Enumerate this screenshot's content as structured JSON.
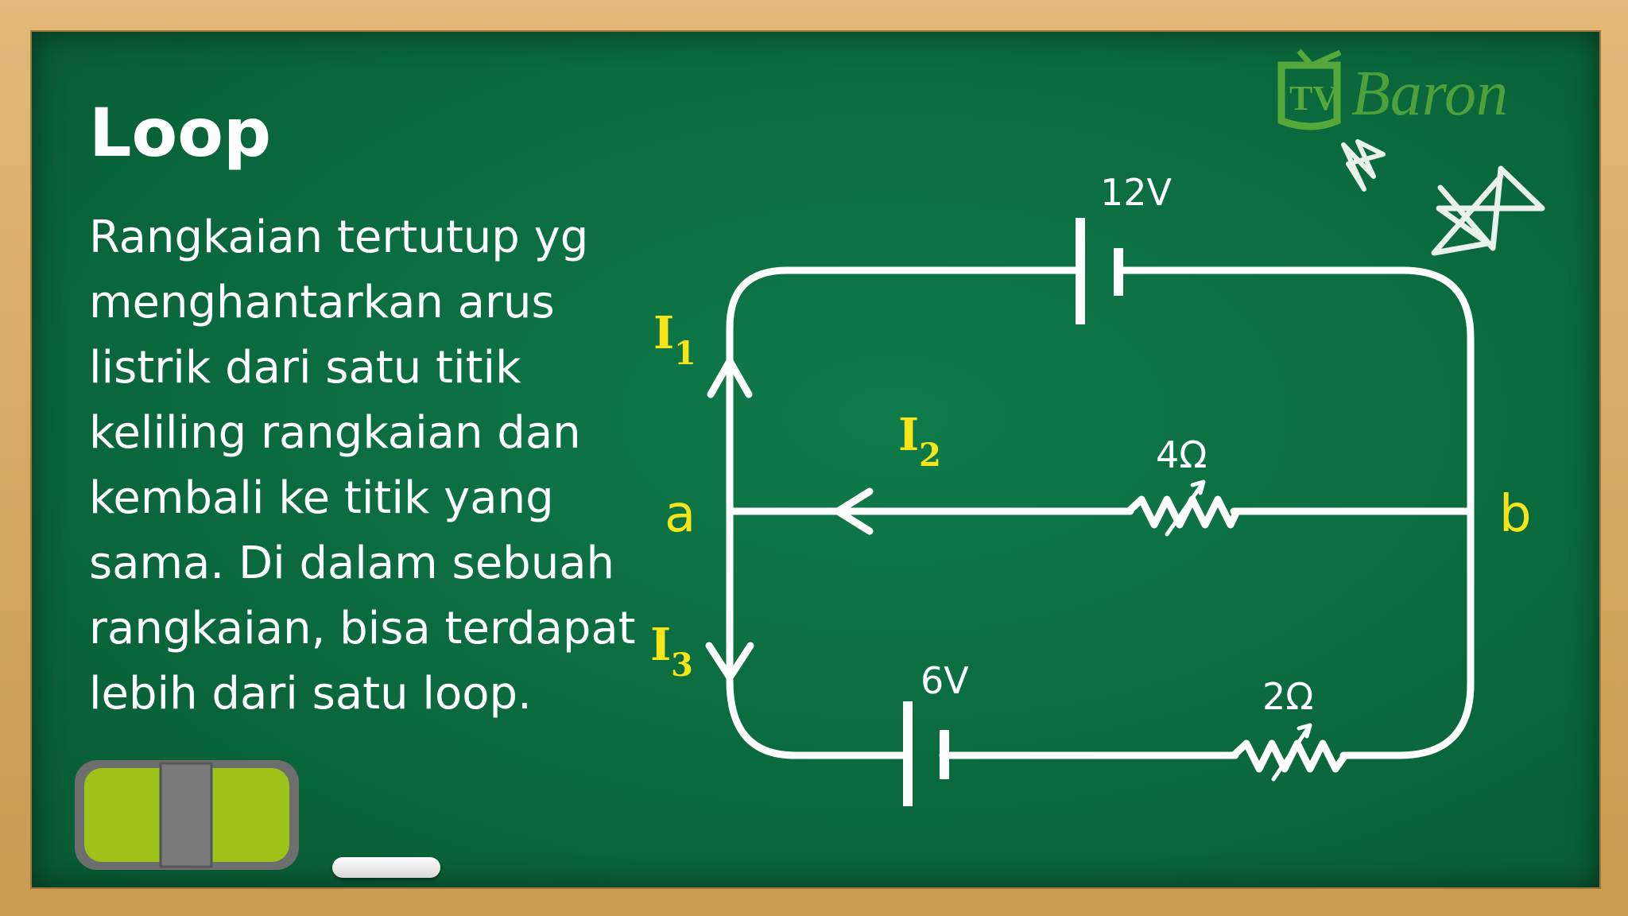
{
  "slide": {
    "title": "Loop",
    "paragraph_lines": [
      "Rangkaian tertutup yg",
      "menghantarkan arus",
      "listrik dari satu titik",
      "keliling rangkaian dan",
      "kembali ke titik yang",
      "sama. Di dalam sebuah",
      "rangkaian, bisa terdapat",
      "lebih dari satu loop."
    ]
  },
  "circuit": {
    "battery_top_label": "12V",
    "battery_bottom_label": "6V",
    "resistor_middle_label": "4Ω",
    "resistor_bottom_label": "2Ω",
    "node_a": "a",
    "node_b": "b",
    "current_1": {
      "letter": "I",
      "sub": "1"
    },
    "current_2": {
      "letter": "I",
      "sub": "2"
    },
    "current_3": {
      "letter": "I",
      "sub": "3"
    }
  },
  "logo": {
    "badge": "TV",
    "name": "Baron"
  },
  "colors": {
    "board": "#0a6a3e",
    "frame": "#d6a862",
    "wire": "#ffffff",
    "highlight": "#f5e51a",
    "logo": "#56a83a"
  }
}
